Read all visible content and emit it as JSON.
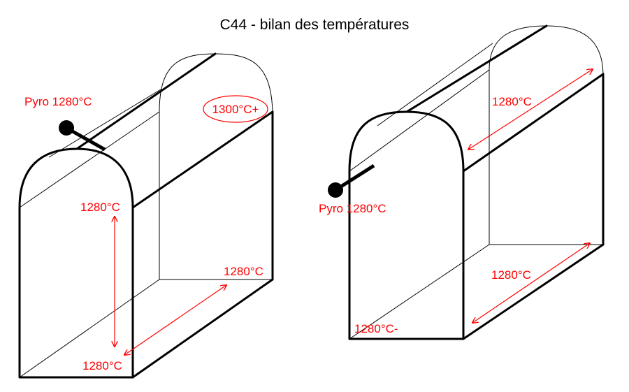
{
  "title": "C44 - bilan des températures",
  "colors": {
    "outline": "#000000",
    "annotation": "#ff0000"
  },
  "left_kiln": {
    "pyro_label": "Pyro 1280°C",
    "hot_spot_label": "1300°C+",
    "front_top_label": "1280°C",
    "floor_back_label": "1280°C",
    "floor_front_label": "1280°C"
  },
  "right_kiln": {
    "pyro_label": "Pyro 1280°C",
    "top_label": "1280°C",
    "floor_label": "1280°C",
    "floor_corner_label": "1280°C-"
  }
}
